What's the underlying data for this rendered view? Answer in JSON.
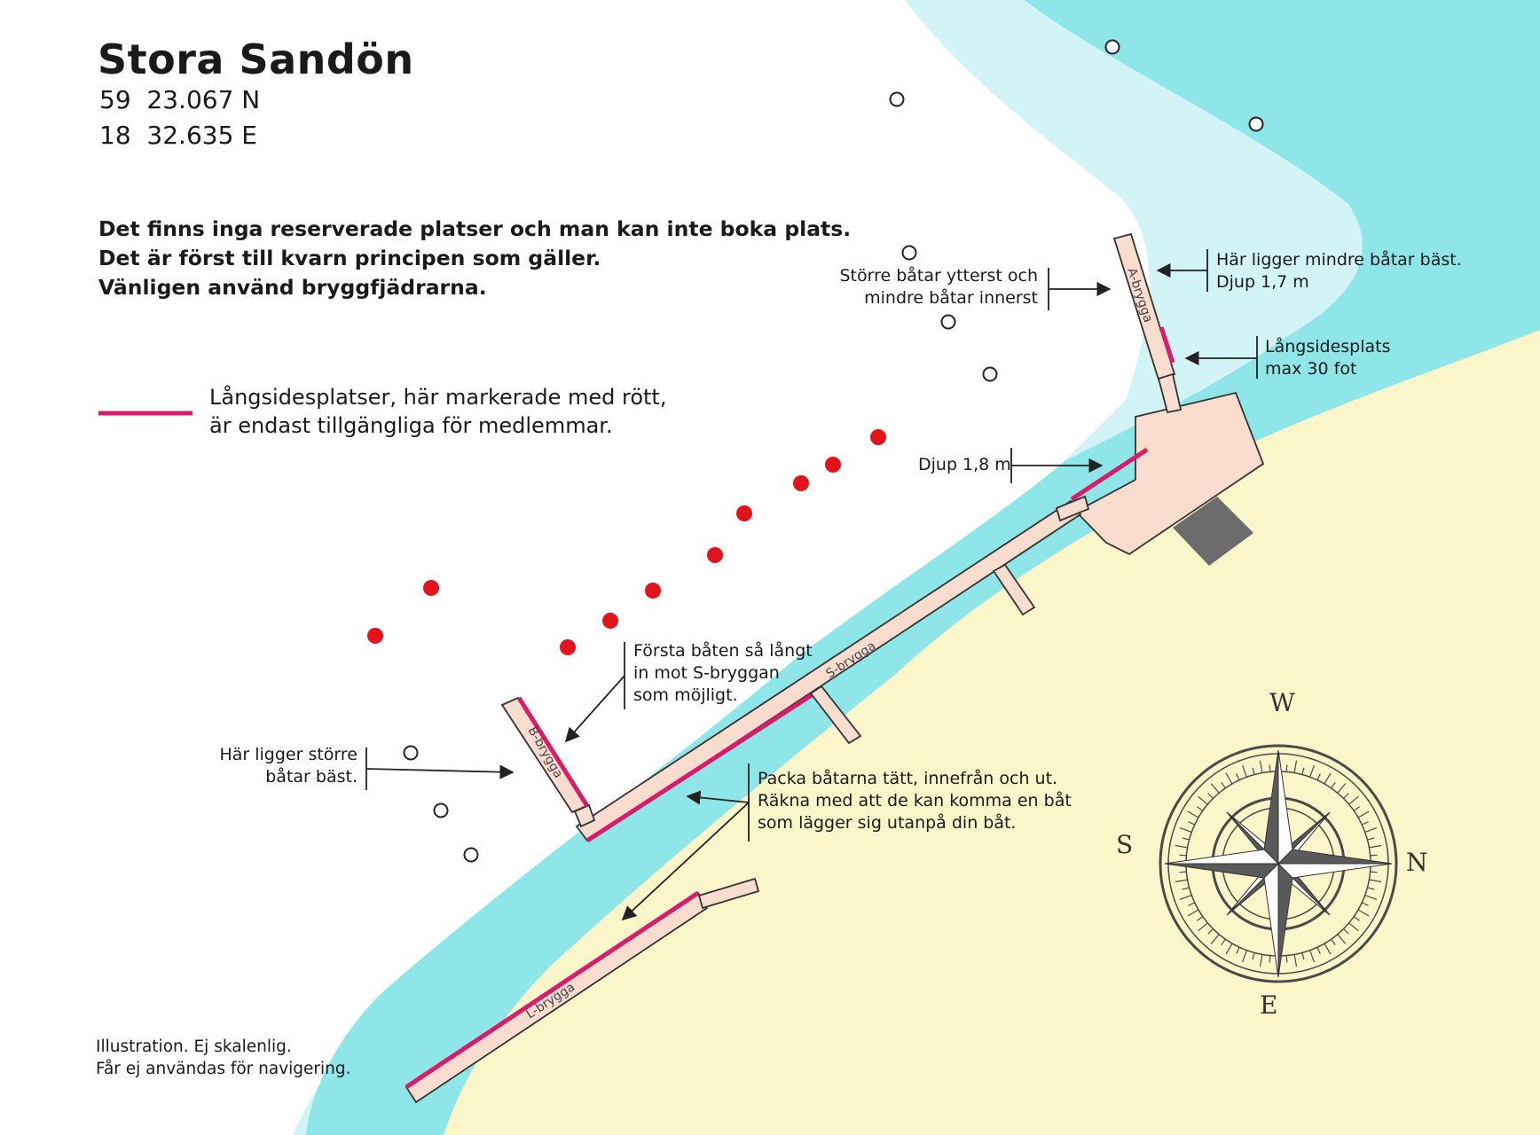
{
  "title": "Stora Sandön",
  "coordinates": {
    "lat": "59  23.067 N",
    "lon": "18  32.635 E"
  },
  "intro": {
    "line1": "Det finns inga reserverade platser och man kan inte boka plats.",
    "line2": "Det är först till kvarn principen som gäller.",
    "line3": "Vänligen använd bryggfjädrarna."
  },
  "legend": {
    "line1": "Långsidesplatser, här markerade med rött,",
    "line2": "är endast tillgängliga för medlemmar.",
    "color": "#d81b6a"
  },
  "piers": {
    "a": "A-brygga",
    "b": "B-brygga",
    "s": "S-brygga",
    "l": "L-brygga"
  },
  "notes": {
    "a_left_1": "Större båtar ytterst och",
    "a_left_2": "mindre båtar innerst",
    "a_right_1": "Här ligger mindre båtar bäst.",
    "a_right_2": "Djup 1,7 m",
    "alongside_1": "Långsidesplats",
    "alongside_2": "max 30 fot",
    "depth": "Djup 1,8 m",
    "first_1": "Första båten så långt",
    "first_2": "in mot S-bryggan",
    "first_3": "som möjligt.",
    "large_1": "Här ligger större",
    "large_2": "båtar bäst.",
    "pack_1": "Packa båtarna tätt, innefrån och ut.",
    "pack_2": "Räkna med att de kan komma en båt",
    "pack_3": "som lägger sig utanpå din båt."
  },
  "compass": {
    "top": "W",
    "right": "N",
    "bottom": "E",
    "left": "S"
  },
  "disclaimer": {
    "line1": "Illustration. Ej skalenlig.",
    "line2": "Får ej användas för navigering."
  },
  "colors": {
    "deep_water": "#8ee6e8",
    "shallow_water": "#d3f4f6",
    "land": "#fbf6c9",
    "pier": "#f8dccd",
    "member_berth": "#d81b6a",
    "buoy_red": "#e2131b"
  }
}
